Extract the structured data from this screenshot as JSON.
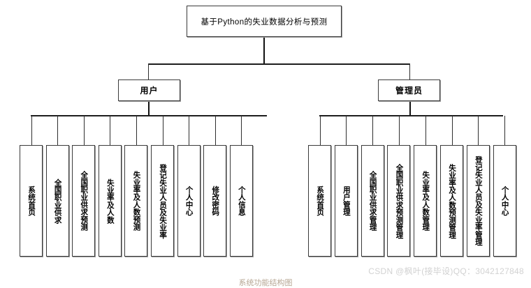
{
  "diagram": {
    "type": "tree",
    "title_node": {
      "label": "基于Python的失业数据分析与预测"
    },
    "branches": [
      {
        "id": "user",
        "label": "用户",
        "leaves": [
          {
            "label": "系统首页"
          },
          {
            "label": "全国职业供求"
          },
          {
            "label": "全国职业供求预测"
          },
          {
            "label": "失业率及人数"
          },
          {
            "label": "失业率及人数预测"
          },
          {
            "label": "登记失业人员及失业率"
          },
          {
            "label": "个人中心"
          },
          {
            "label": "修改密码"
          },
          {
            "label": "个人信息"
          }
        ]
      },
      {
        "id": "admin",
        "label": "管理员",
        "leaves": [
          {
            "label": "系统首页"
          },
          {
            "label": "用户管理"
          },
          {
            "label": "全国职业供求管理"
          },
          {
            "label": "全国职业供求预测管理"
          },
          {
            "label": "失业率及人数管理"
          },
          {
            "label": "失业率及人数预测管理"
          },
          {
            "label": "登记失业人员及失业率管理"
          },
          {
            "label": "个人中心"
          }
        ]
      }
    ]
  },
  "watermark": {
    "text": "CSDN @枫叶(接毕设)QQ：3042127848"
  },
  "caption": {
    "text": "系统功能结构图"
  },
  "colors": {
    "line": "#2e2e2e",
    "box_border": "#3a3a3a",
    "box_fill": "#ffffff",
    "watermark": "#d2d2d2"
  }
}
